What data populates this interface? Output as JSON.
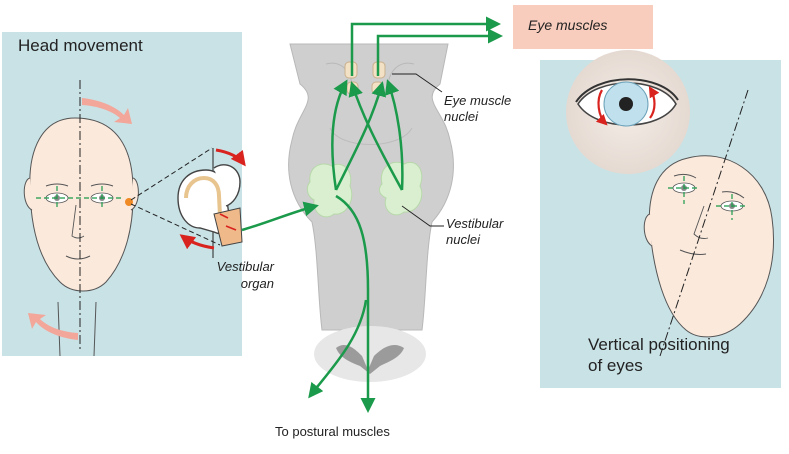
{
  "labels": {
    "head_movement": "Head movement",
    "eye_muscles": "Eye muscles",
    "eye_muscle_nuclei_line1": "Eye muscle",
    "eye_muscle_nuclei_line2": "nuclei",
    "vestibular_nuclei_line1": "Vestibular",
    "vestibular_nuclei_line2": "nuclei",
    "vestibular_organ_line1": "Vestibular",
    "vestibular_organ_line2": "organ",
    "vertical_positioning_line1": "Vertical positioning",
    "vertical_positioning_line2": "of eyes",
    "postural_muscles": "To postural muscles"
  },
  "colors": {
    "panel_bg": "#c9e2e6",
    "pathway_green": "#1a9a4a",
    "rotation_arrow": "#f2a79a",
    "eye_muscles_box": "#f9cdbd",
    "brainstem_gray": "#cfcfcf",
    "nuclei_green": "#d9efcf",
    "skin": "#fbe9dc",
    "red_arrow": "#d9231f"
  },
  "icons": {
    "rotation_arrows": "curved-arrow-icon",
    "vestibular_organ": "inner-ear-icon",
    "eye_closeup": "eye-icon"
  }
}
